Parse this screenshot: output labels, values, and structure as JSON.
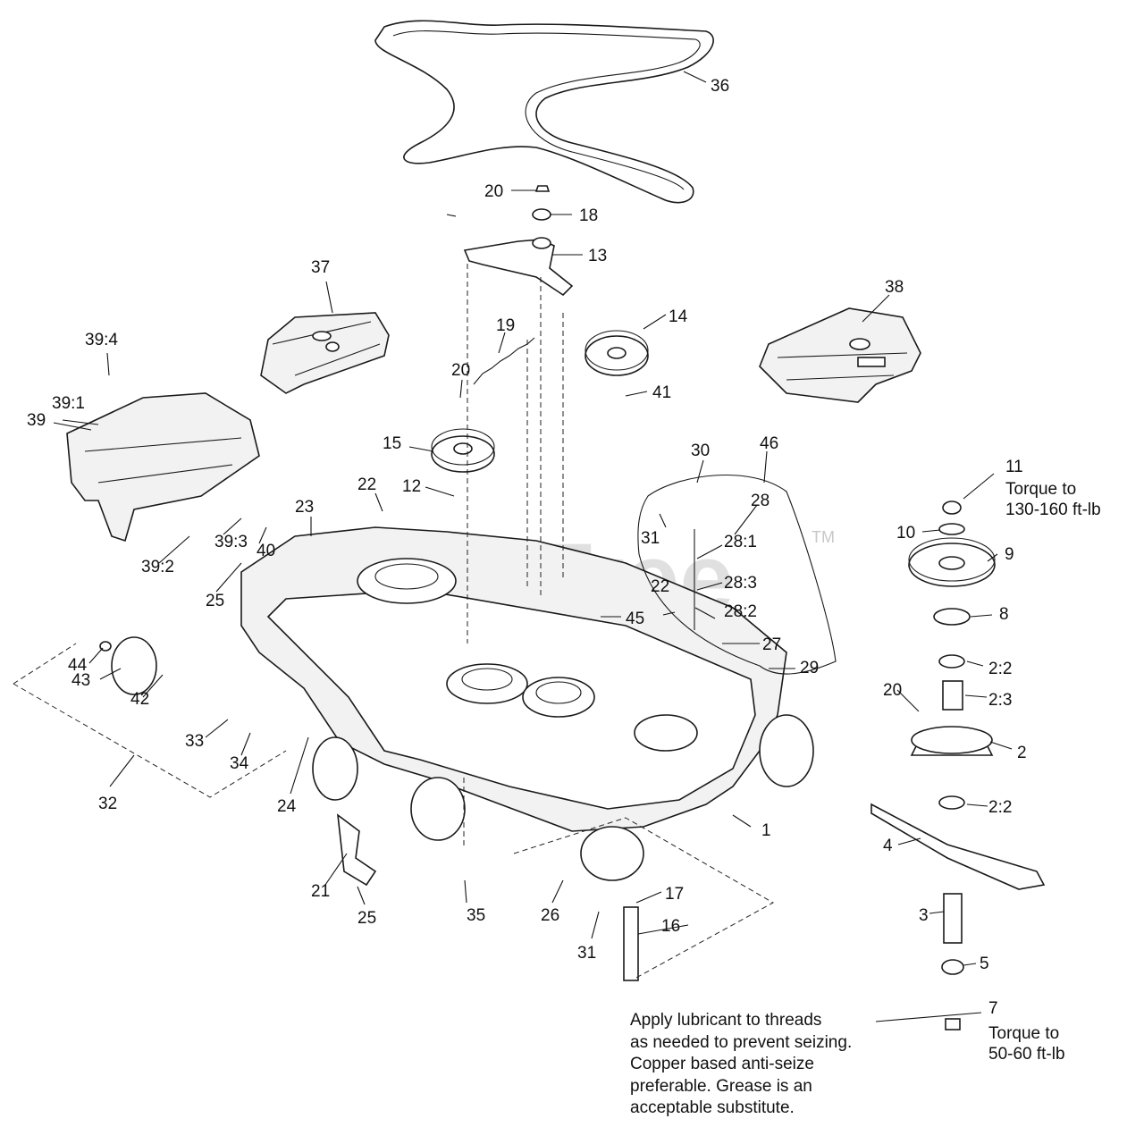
{
  "watermark": {
    "text": "PartsTree",
    "tm": "TM"
  },
  "callouts": [
    "1",
    "2",
    "2:2",
    "2:3",
    "3",
    "4",
    "5",
    "7",
    "8",
    "9",
    "10",
    "11",
    "12",
    "13",
    "14",
    "15",
    "16",
    "17",
    "18",
    "19",
    "20",
    "21",
    "22",
    "23",
    "24",
    "25",
    "26",
    "27",
    "28",
    "28:1",
    "28:2",
    "28:3",
    "29",
    "30",
    "31",
    "32",
    "33",
    "34",
    "35",
    "36",
    "37",
    "38",
    "39",
    "39:1",
    "39:2",
    "39:3",
    "39:4",
    "40",
    "41",
    "42",
    "43",
    "44",
    "45",
    "46"
  ],
  "torque_notes": {
    "item_11_line1": "Torque to",
    "item_11_line2": "130-160 ft-lb",
    "item_7_line1": "Torque to",
    "item_7_line2": "50-60 ft-lb"
  },
  "lubricant_note": {
    "line1": "Apply lubricant to threads",
    "line2": "as needed to prevent seizing.",
    "line3": "Copper  based anti-seize",
    "line4": "preferable. Grease is an",
    "line5": "acceptable substitute."
  }
}
